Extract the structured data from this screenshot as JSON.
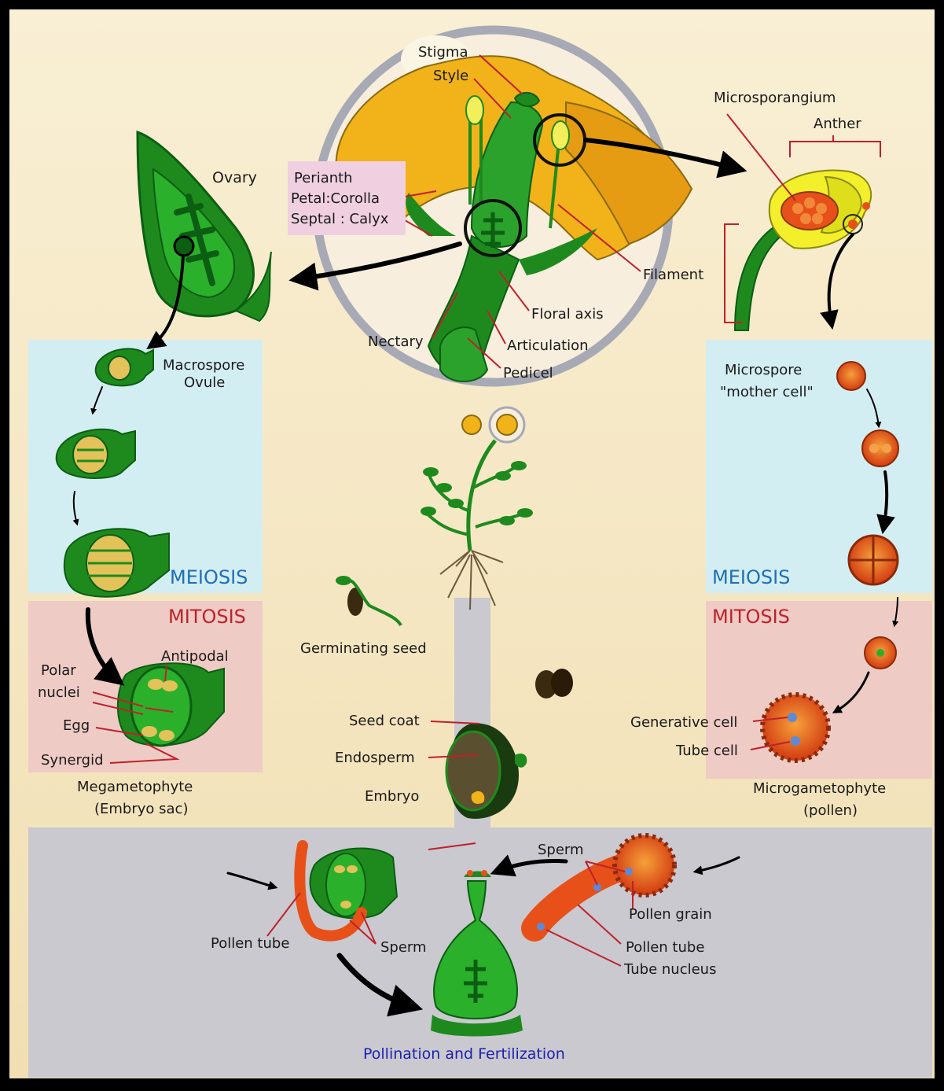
{
  "labels": {
    "stigma": "Stigma",
    "style": "Style",
    "perianth": "Perianth",
    "petal_corolla": "Petal:Corolla",
    "septal_calyx": "Septal : Calyx",
    "ovary": "Ovary",
    "microsporangium": "Microsporangium",
    "anther": "Anther",
    "filament": "Filament",
    "floral_axis": "Floral axis",
    "nectary": "Nectary",
    "articulation": "Articulation",
    "pedicel": "Pedicel",
    "macrospore": "Macrospore",
    "ovule": "Ovule",
    "microspore": "Microspore",
    "mother_cell": "\"mother cell\"",
    "meiosis_left": "MEIOSIS",
    "meiosis_right": "MEIOSIS",
    "mitosis_left": "MITOSIS",
    "mitosis_right": "MITOSIS",
    "polar": "Polar",
    "nuclei": "nuclei",
    "antipodal": "Antipodal",
    "egg": "Egg",
    "synergid": "Synergid",
    "megagametophyte": "Megametophyte",
    "embryo_sac": "(Embryo sac)",
    "germinating_seed": "Germinating seed",
    "seed_coat": "Seed coat",
    "endosperm": "Endosperm",
    "embryo": "Embryo",
    "generative_cell": "Generative cell",
    "tube_cell": "Tube cell",
    "microgametophyte": "Microgametophyte",
    "pollen": "(pollen)",
    "sperm_top": "Sperm",
    "pollen_grain": "Pollen grain",
    "pollen_tube_right": "Pollen tube",
    "tube_nucleus": "Tube nucleus",
    "pollen_tube_left": "Pollen tube",
    "sperm_left": "Sperm",
    "caption": "Pollination and Fertilization"
  },
  "colors": {
    "background": "#f6e7c4",
    "meiosis_panel": "#d3eef3",
    "mitosis_panel": "#efcbc5",
    "bottom_panel": "#c9c9cf",
    "plant_green": "#1e8a1e",
    "dark_green": "#0b5e12",
    "petal_yellow": "#f1b21a",
    "pollen_orange": "#e8501a",
    "perianth_box": "#f0d0e0",
    "meiosis_text": "#1f6fb5",
    "mitosis_text": "#c0202a",
    "caption_text": "#1f1fb0"
  }
}
